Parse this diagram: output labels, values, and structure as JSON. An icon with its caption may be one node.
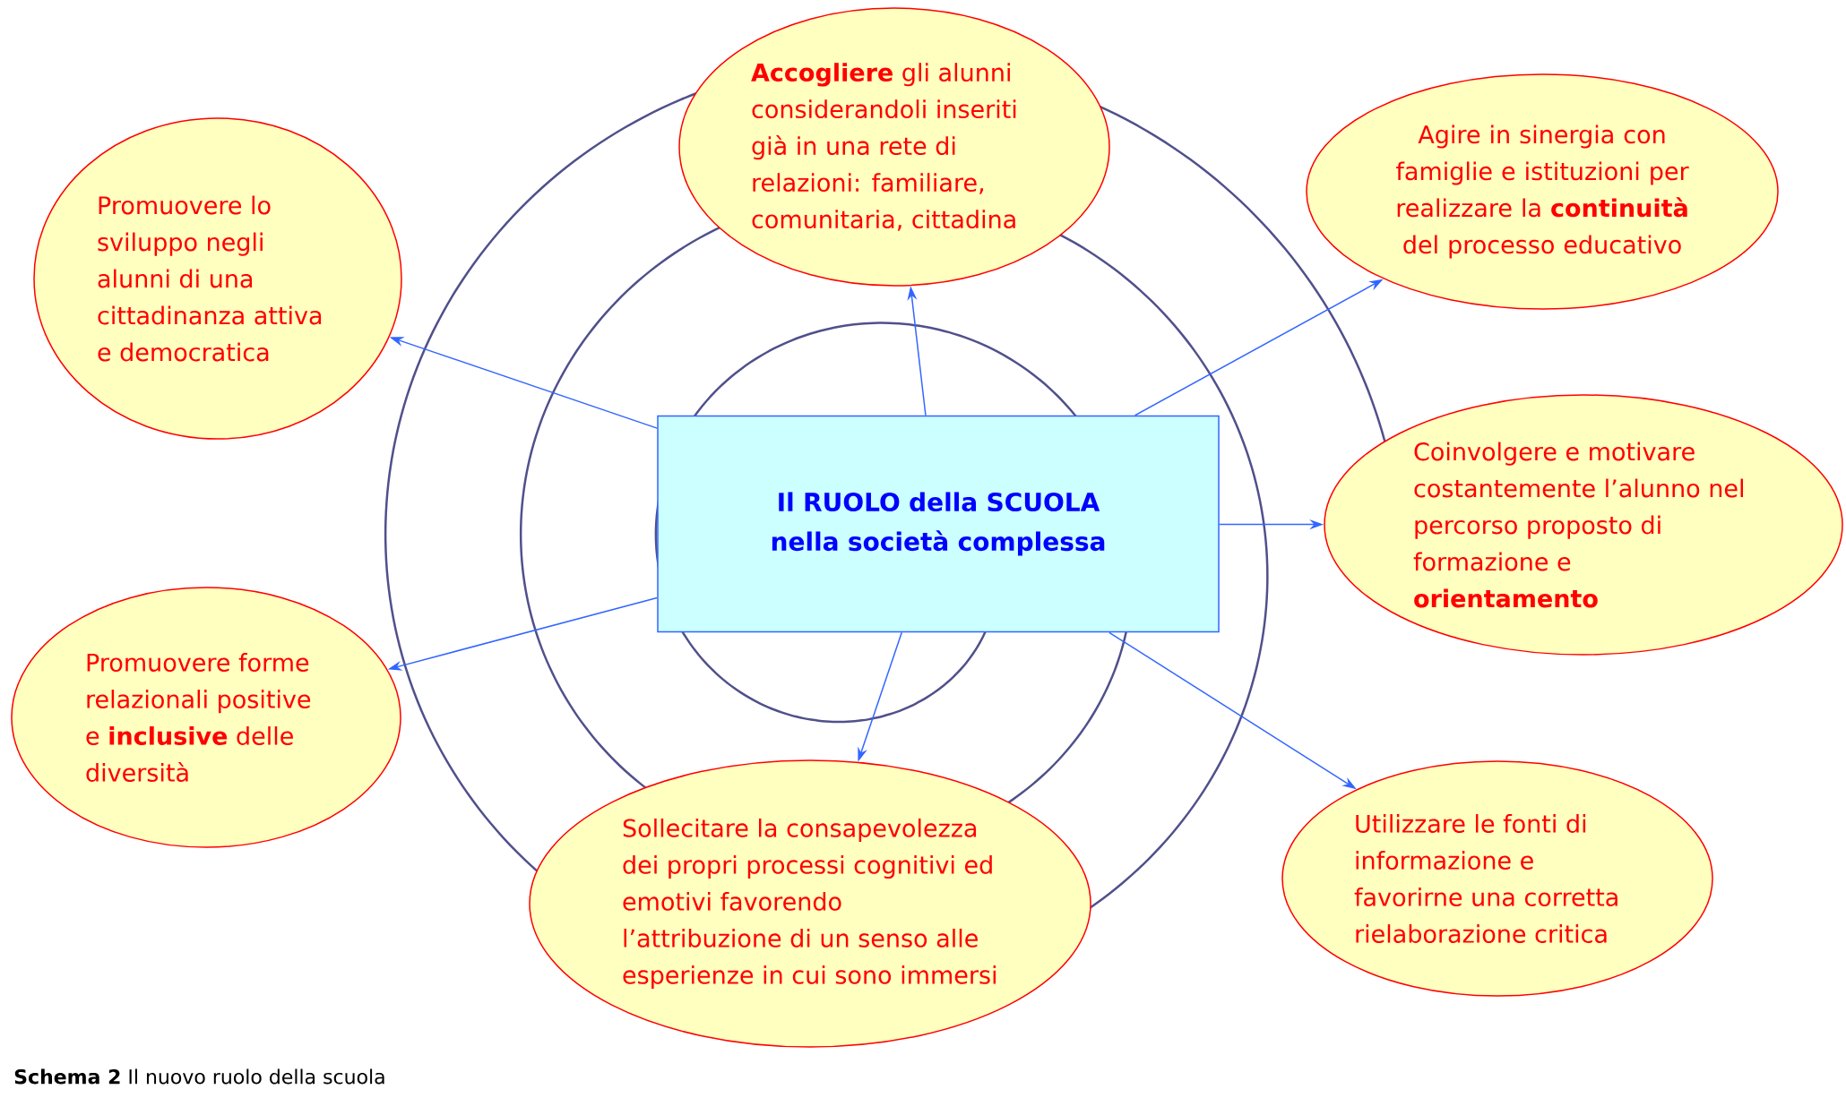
{
  "diagram": {
    "caption": "**Schema 2** Il nuovo ruolo della scuola",
    "nodes": [
      {
        "text": [
          "**Accogliere** gli alunni considerandoli inseriti già in una rete di relazioni: familiare, comunitaria, cittadina"
        ]
      },
      {
        "text": [
          "Promuovere lo sviluppo negli alunni di una cittadinanza attiva e democratica"
        ]
      },
      {
        "text": [
          "Agire in sinergia con famiglie e istituzioni per realizzare la **continuità** del processo educativo"
        ]
      },
      {
        "text": [
          "Il RUOLO della SCUOLA nella società complessa"
        ]
      },
      {
        "text": [
          "Coinvolgere e motivare costantemente l’alunno nel percorso proposto di formazione e **orientamento**"
        ]
      },
      {
        "text": [
          "Promuovere forme relazionali positive e **inclusive** delle diversità"
        ]
      },
      {
        "text": [
          "Sollecitare la consapevolezza dei propri processi cognitivi ed emotivi favorendo l’attribuzione di un senso alle esperienze in cui sono immersi"
        ]
      },
      {
        "text": [
          "Utilizzare le fonti di informazione e favorirne una corretta rielaborazione critica"
        ]
      }
    ],
    "edges": [
      {
        "from": 3,
        "to": 0,
        "arrow": "to"
      },
      {
        "from": 3,
        "to": 1,
        "arrow": "to"
      },
      {
        "from": 3,
        "to": 2,
        "arrow": "to"
      },
      {
        "from": 3,
        "to": 4,
        "arrow": "to"
      },
      {
        "from": 3,
        "to": 5,
        "arrow": "to"
      },
      {
        "from": 3,
        "to": 6,
        "arrow": "to"
      },
      {
        "from": 3,
        "to": 7,
        "arrow": "to"
      }
    ]
  }
}
